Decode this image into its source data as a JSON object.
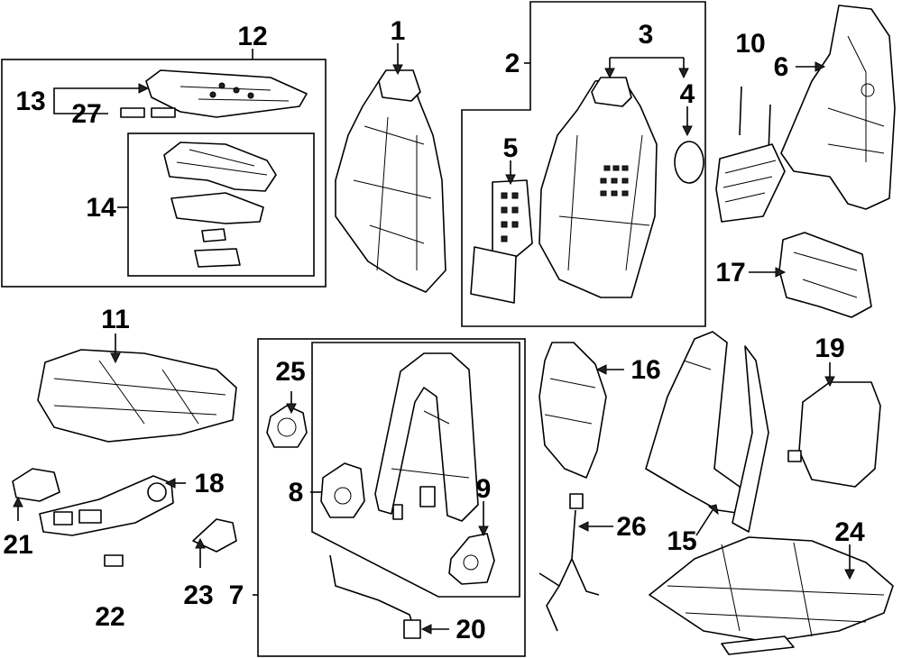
{
  "callouts": {
    "c1": "1",
    "c2": "2",
    "c3": "3",
    "c4": "4",
    "c5": "5",
    "c6": "6",
    "c7": "7",
    "c8": "8",
    "c9": "9",
    "c10": "10",
    "c11": "11",
    "c12": "12",
    "c13": "13",
    "c14": "14",
    "c15": "15",
    "c16": "16",
    "c17": "17",
    "c18": "18",
    "c19": "19",
    "c20": "20",
    "c21": "21",
    "c22": "22",
    "c23": "23",
    "c24": "24",
    "c25": "25",
    "c26": "26",
    "c27": "27"
  },
  "colors": {
    "line": "#000000",
    "background": "#ffffff",
    "fill_dark": "#222222"
  }
}
